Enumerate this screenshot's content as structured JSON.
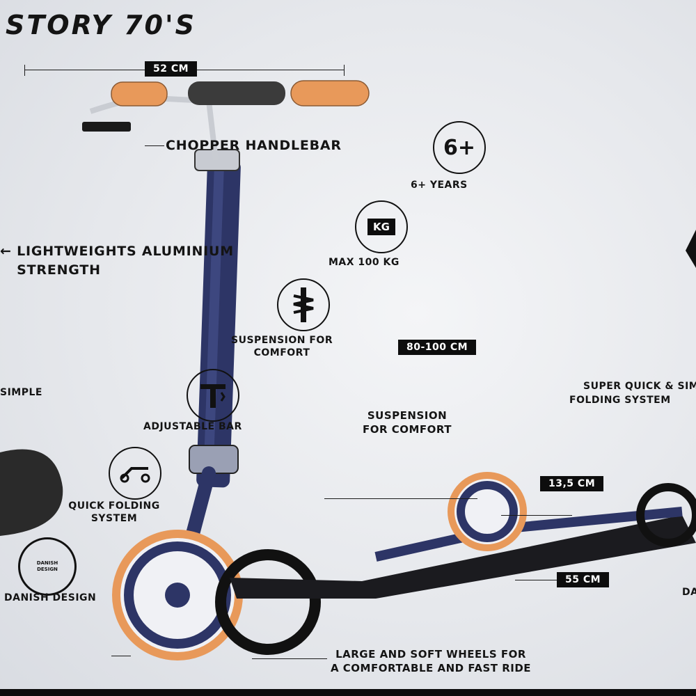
{
  "title": "STORY 70'S",
  "labels": {
    "handlebar": "CHOPPER HANDLEBAR",
    "lightweight_1": "LIGHTWEIGHTS ALUMINIUM",
    "lightweight_2": "STRENGTH",
    "simple": "SIMPLE",
    "adjustable": "ADJUSTABLE BAR",
    "quick_folding_1": "QUICK FOLDING",
    "quick_folding_2": "SYSTEM",
    "danish": "DANISH DESIGN",
    "age": "6+ YEARS",
    "max_weight": "MAX 100 KG",
    "suspension_1": "SUSPENSION FOR",
    "suspension_2": "COMFORT",
    "super_quick_1": "SUPER QUICK & SIMPLE",
    "super_quick_2": "FOLDING SYSTEM",
    "suspension_big_1": "SUSPENSION",
    "suspension_big_2": "FOR COMFORT",
    "wheels_1": "LARGE AND SOFT WHEELS FOR",
    "wheels_2": "A COMFORTABLE AND FAST RIDE",
    "danish_right": "DA"
  },
  "measurements": {
    "width": "52 CM",
    "height": "80-100 CM",
    "deck_height": "13,5 CM",
    "deck_length": "55 CM"
  },
  "icons": {
    "age_text": "6+",
    "kg_text": "KG",
    "seal_text": "DANISH DESIGN"
  },
  "colors": {
    "accent": "#e8995a",
    "frame": "#2d3566",
    "dark": "#0d0d0d"
  }
}
